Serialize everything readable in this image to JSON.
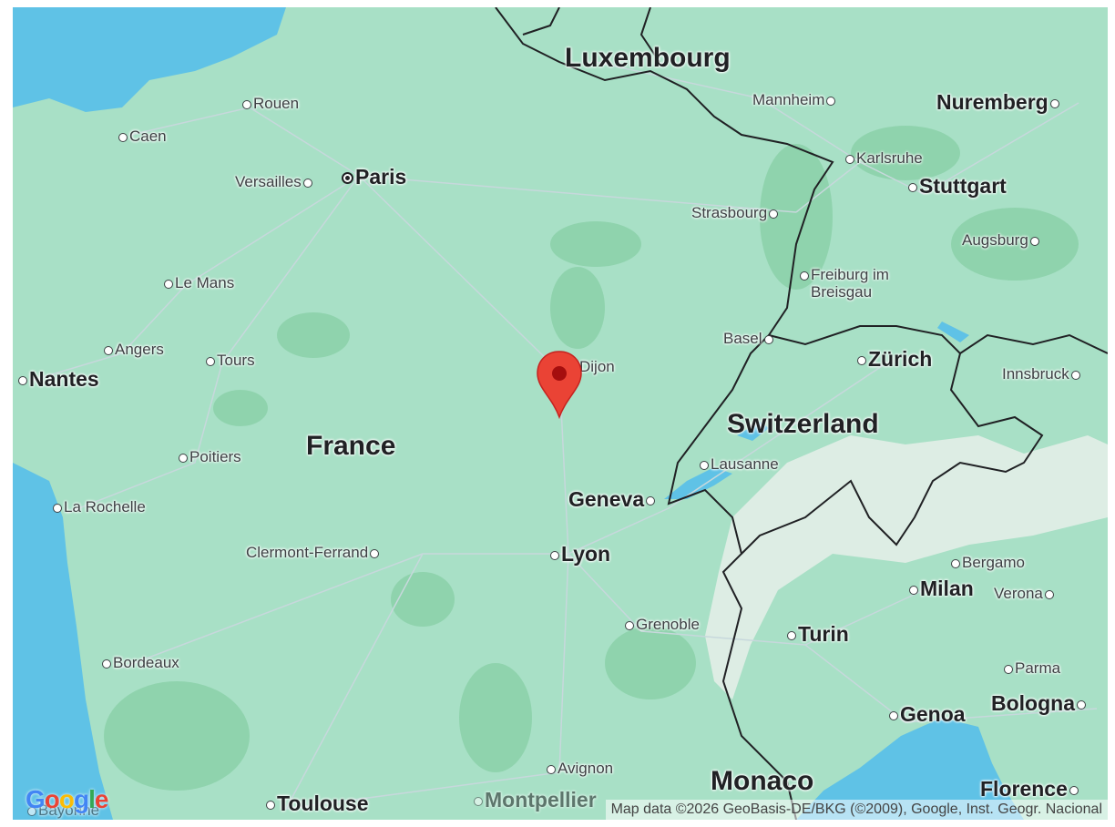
{
  "map": {
    "labels": {
      "luxembourg": "Luxembourg",
      "rouen": "Rouen",
      "caen": "Caen",
      "versailles": "Versailles",
      "paris": "Paris",
      "mannheim": "Mannheim",
      "nuremberg": "Nuremberg",
      "karlsruhe": "Karlsruhe",
      "stuttgart": "Stuttgart",
      "strasbourg": "Strasbourg",
      "augsburg": "Augsburg",
      "le_mans": "Le Mans",
      "freiburg_1": "Freiburg im",
      "freiburg_2": "Breisgau",
      "angers": "Angers",
      "tours": "Tours",
      "nantes": "Nantes",
      "basel": "Basel",
      "zurich": "Zürich",
      "dijon": "Dijon",
      "innsbruck": "Innsbruck",
      "switzerland": "Switzerland",
      "poitiers": "Poitiers",
      "france": "France",
      "lausanne": "Lausanne",
      "la_rochelle": "La Rochelle",
      "geneva": "Geneva",
      "clermont": "Clermont-Ferrand",
      "lyon": "Lyon",
      "bergamo": "Bergamo",
      "milan": "Milan",
      "verona": "Verona",
      "grenoble": "Grenoble",
      "turin": "Turin",
      "bordeaux": "Bordeaux",
      "parma": "Parma",
      "genoa": "Genoa",
      "bologna": "Bologna",
      "avignon": "Avignon",
      "monaco": "Monaco",
      "florence": "Florence",
      "toulouse": "Toulouse",
      "montpellier": "Montpellier",
      "bayonne": "Bayonne"
    },
    "attribution": "Map data ©2026 GeoBasis-DE/BKG (©2009), Google, Inst. Geogr. Nacional",
    "logo": {
      "g1": "G",
      "o1": "o",
      "o2": "o",
      "g2": "g",
      "l": "l",
      "e": "e"
    },
    "marker_icon": "map-pin-icon",
    "colors": {
      "land": "#a8e0c6",
      "forest": "#8fd3ad",
      "water": "#5fc2e6",
      "mountain": "#e6efe9",
      "marker": "#ea4335",
      "marker_dot": "#a50e0e",
      "border": "#202124",
      "road": "#c7d8dc"
    }
  }
}
